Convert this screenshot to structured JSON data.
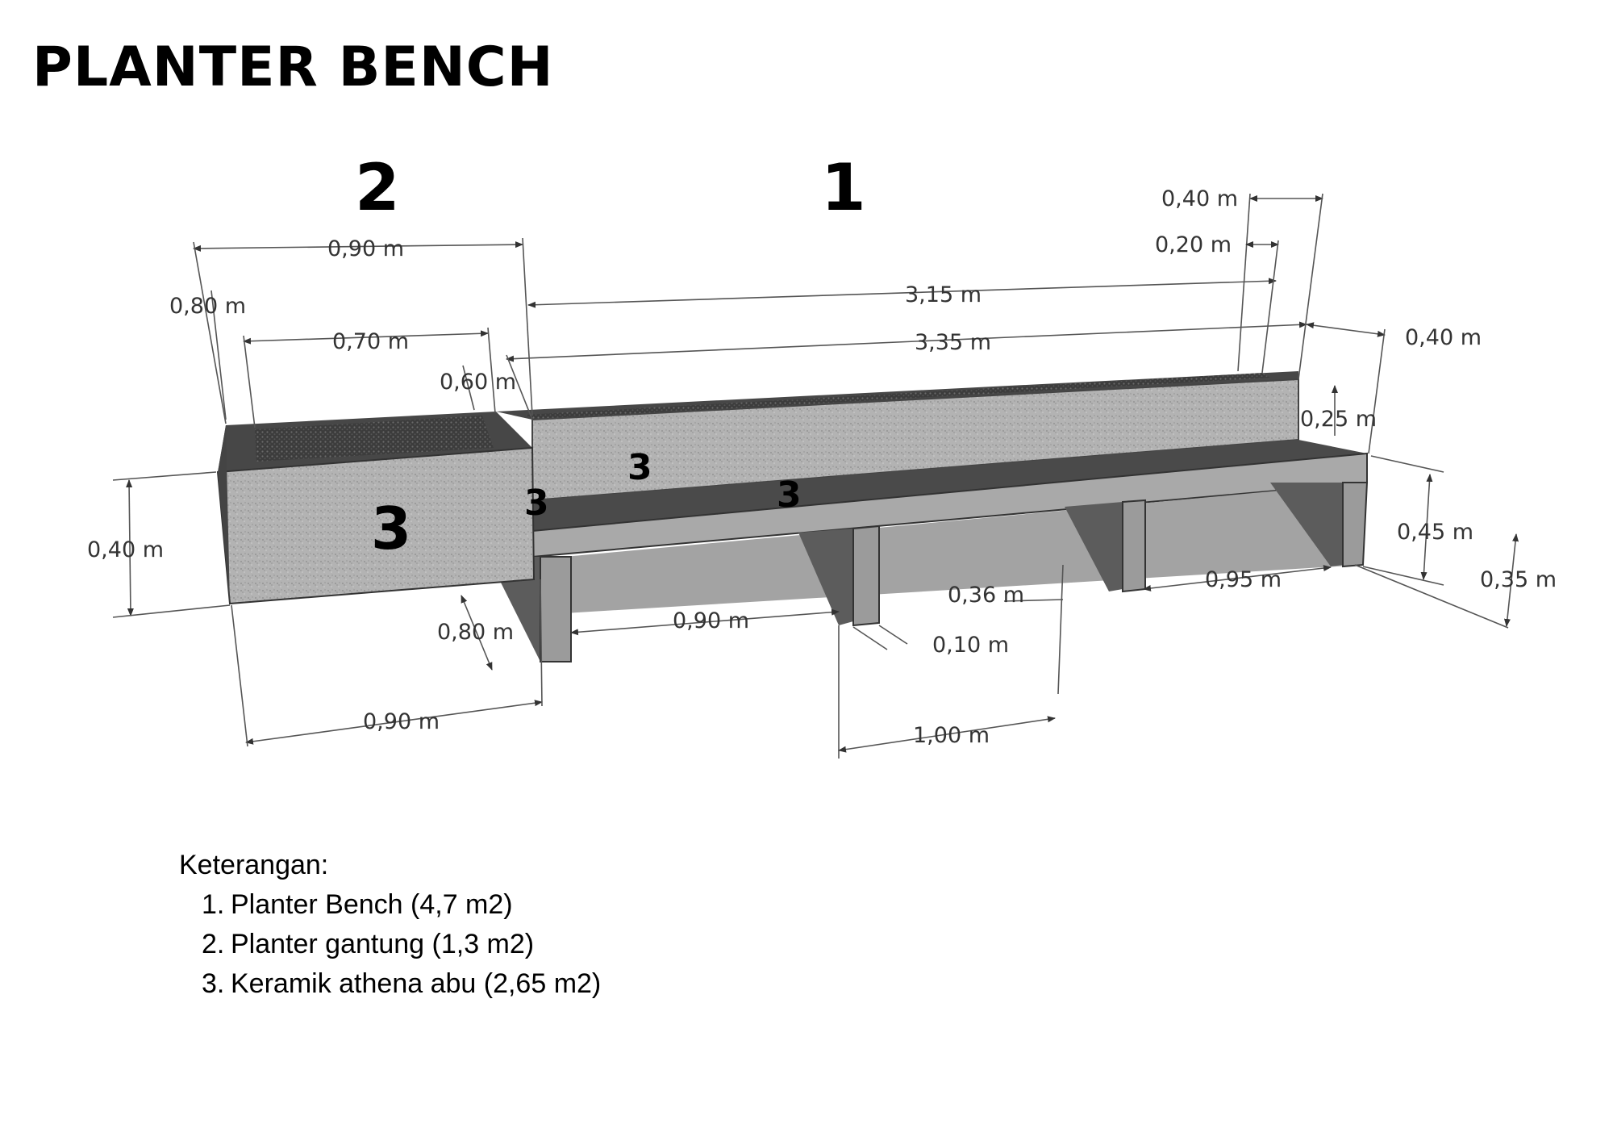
{
  "title": "PLANTER BENCH",
  "section_numbers": {
    "bench": "1",
    "hanging": "2"
  },
  "material_labels": {
    "large": "3",
    "side": "3",
    "back": "3",
    "seat": "3"
  },
  "dimensions": {
    "d_090_top": "0,90 m",
    "d_080_left": "0,80 m",
    "d_070": "0,70 m",
    "d_060": "0,60 m",
    "d_040_left": "0,40 m",
    "d_080_bottom": "0,80 m",
    "d_090_bottom": "0,90 m",
    "d_090_mid": "0,90 m",
    "d_315": "3,15 m",
    "d_335": "3,35 m",
    "d_040_top": "0,40 m",
    "d_020": "0,20 m",
    "d_040_right": "0,40 m",
    "d_025": "0,25 m",
    "d_045": "0,45 m",
    "d_035": "0,35 m",
    "d_095": "0,95 m",
    "d_036": "0,36 m",
    "d_010": "0,10 m",
    "d_100": "1,00 m"
  },
  "legend": {
    "heading": "Keterangan:",
    "items": [
      {
        "num": "1.",
        "text": "Planter Bench (4,7 m2)"
      },
      {
        "num": "2.",
        "text": "Planter gantung (1,3 m2)"
      },
      {
        "num": "3.",
        "text": "Keramik athena abu (2,65 m2)"
      }
    ]
  },
  "colors": {
    "concrete_light": "#b4b4b4",
    "concrete_face": "#a6a6a6",
    "seat_top": "#4a4a4a",
    "leg_dark": "#5e5e5e",
    "underside": "#a9a9a9",
    "soil": "#3a3a3a",
    "dimension_line": "#555555"
  }
}
